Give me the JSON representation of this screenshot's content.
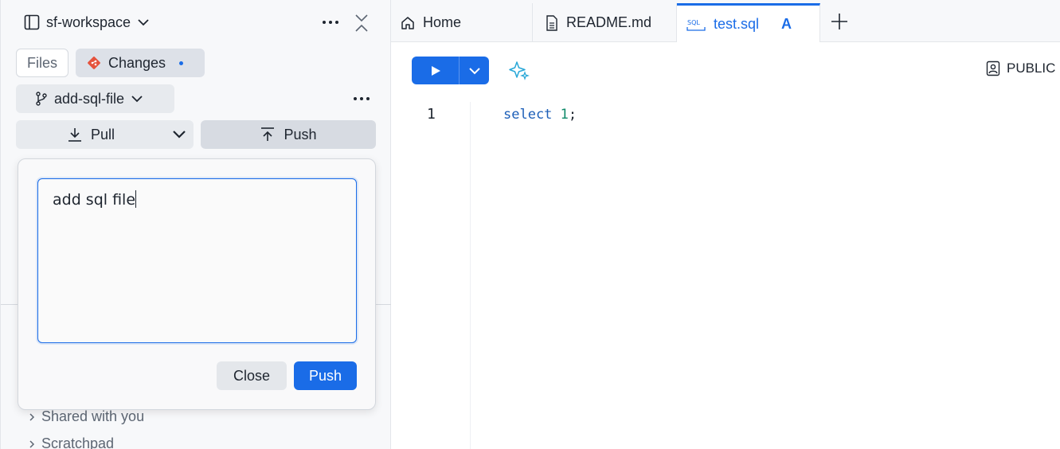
{
  "sidebar": {
    "workspace_name": "sf-workspace",
    "tabs": [
      {
        "label": "Files"
      },
      {
        "label": "Changes",
        "has_indicator": true
      }
    ],
    "branch": "add-sql-file",
    "pull_label": "Pull",
    "push_label": "Push",
    "tree_items": [
      {
        "label": "Shared with you"
      },
      {
        "label": "Scratchpad"
      }
    ]
  },
  "commit_popover": {
    "message": "add sql file",
    "close_label": "Close",
    "push_label": "Push"
  },
  "tabs": [
    {
      "label": "Home",
      "icon": "home-icon"
    },
    {
      "label": "README.md",
      "icon": "document-icon"
    },
    {
      "label": "test.sql",
      "icon": "sql-icon",
      "badge": "A",
      "active": true
    }
  ],
  "editor": {
    "role": "PUBLIC",
    "lines": [
      {
        "number": "1",
        "tokens": [
          {
            "text": "select",
            "type": "keyword"
          },
          {
            "text": " "
          },
          {
            "text": "1",
            "type": "number"
          },
          {
            "text": ";",
            "type": "punct"
          }
        ]
      }
    ]
  },
  "colors": {
    "accent": "#1a6ce7",
    "git_orange": "#e5533d",
    "sidebar_bg": "#f7f8fa"
  }
}
